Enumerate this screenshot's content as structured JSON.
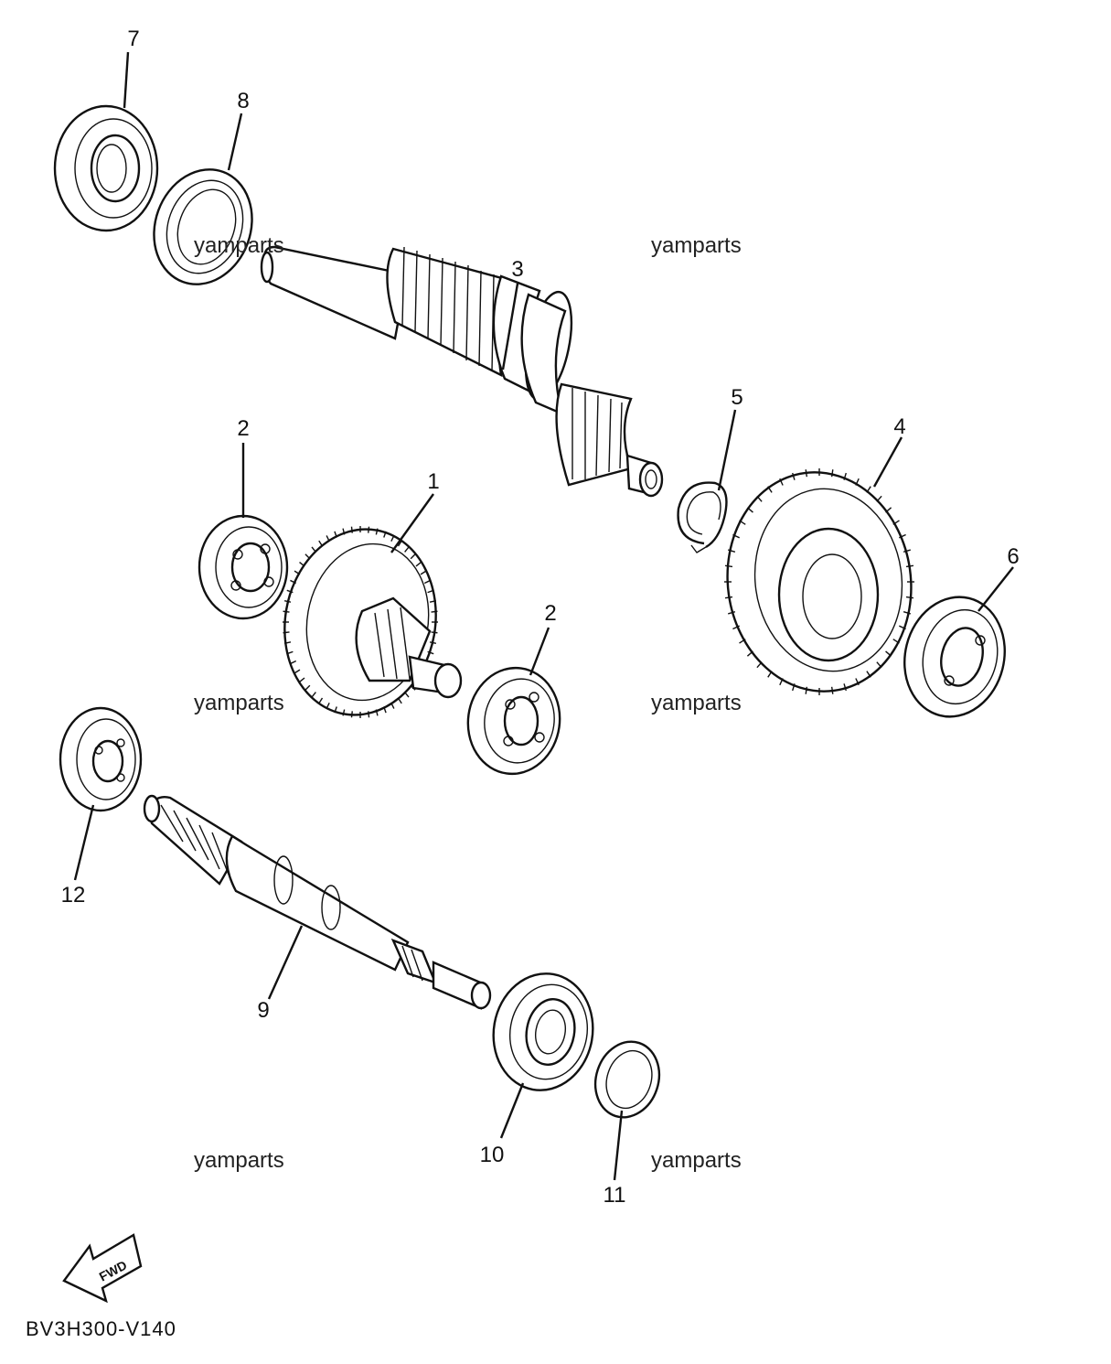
{
  "diagram": {
    "code": "BV3H300-V140",
    "fwd_label": "FWD",
    "watermark": "yamparts",
    "callouts": [
      "1",
      "2",
      "2",
      "3",
      "4",
      "5",
      "6",
      "7",
      "8",
      "9",
      "10",
      "11",
      "12"
    ]
  }
}
